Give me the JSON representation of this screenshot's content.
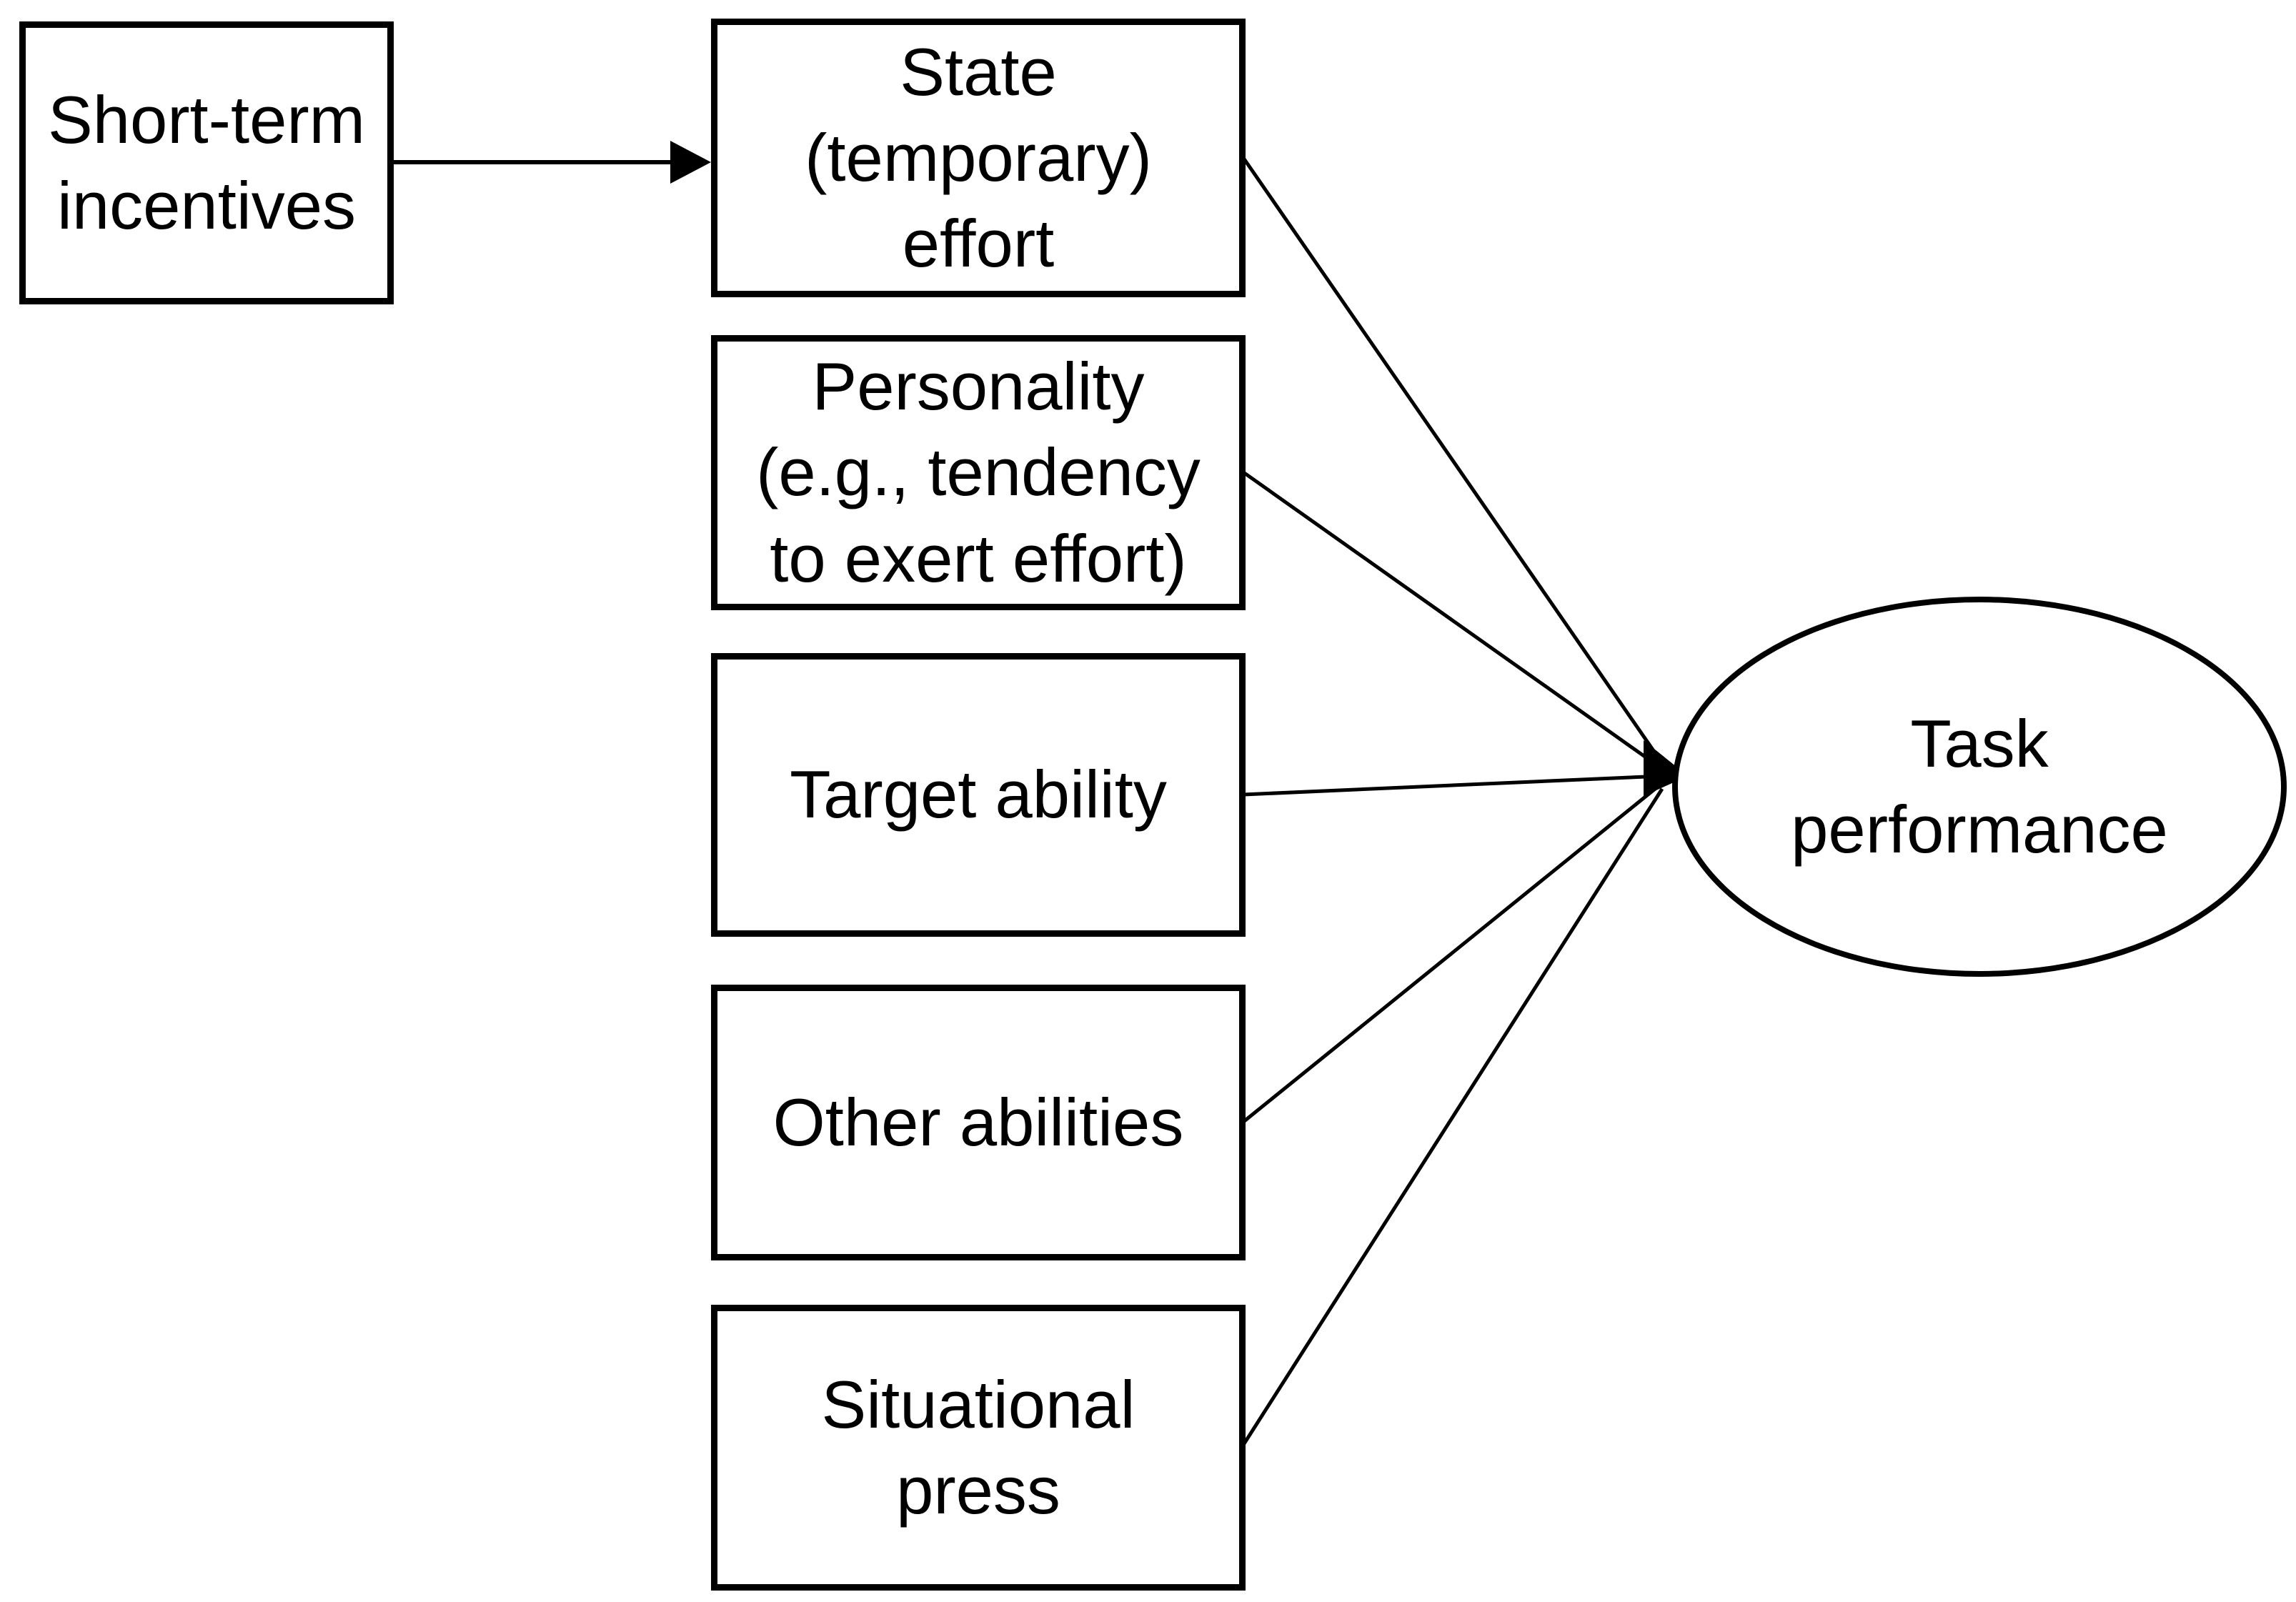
{
  "diagram": {
    "title": "Determinants of task performance path diagram",
    "background_color": "#ffffff",
    "ink_color": "#000000",
    "nodes": {
      "short_term_incentives": {
        "label": "Short-term\nincentives",
        "shape": "rectangle"
      },
      "state_effort": {
        "label": "State\n(temporary)\neffort",
        "shape": "rectangle"
      },
      "personality": {
        "label": "Personality\n(e.g., tendency\nto exert effort)",
        "shape": "rectangle"
      },
      "target_ability": {
        "label": "Target ability",
        "shape": "rectangle"
      },
      "other_abilities": {
        "label": "Other abilities",
        "shape": "rectangle"
      },
      "situational_press": {
        "label": "Situational\npress",
        "shape": "rectangle"
      },
      "task_performance": {
        "label": "Task\nperformance",
        "shape": "ellipse"
      }
    },
    "edges": [
      {
        "from": "short_term_incentives",
        "to": "state_effort",
        "arrowhead": "open-triangle"
      },
      {
        "from": "state_effort",
        "to": "task_performance",
        "arrowhead": "filled-converging"
      },
      {
        "from": "personality",
        "to": "task_performance",
        "arrowhead": "filled-converging"
      },
      {
        "from": "target_ability",
        "to": "task_performance",
        "arrowhead": "filled-converging"
      },
      {
        "from": "other_abilities",
        "to": "task_performance",
        "arrowhead": "filled-converging"
      },
      {
        "from": "situational_press",
        "to": "task_performance",
        "arrowhead": "filled-converging"
      }
    ]
  }
}
